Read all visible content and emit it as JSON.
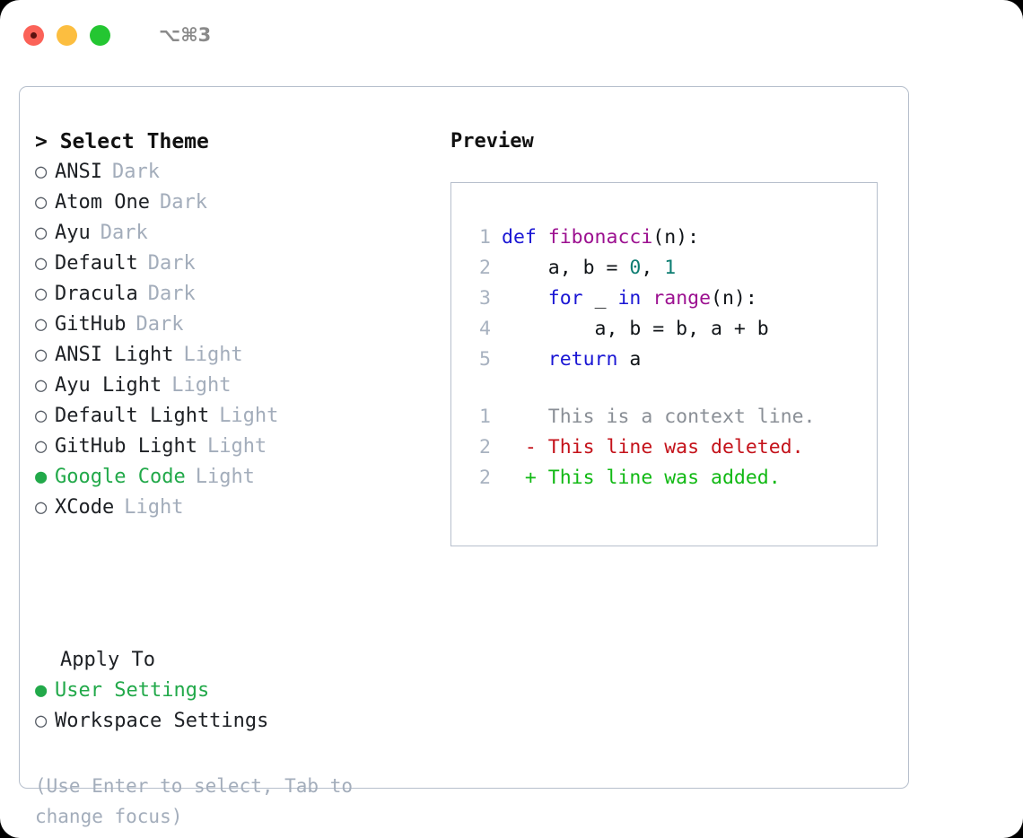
{
  "window": {
    "shortcut": "⌥⌘3",
    "traffic_lights": [
      {
        "name": "close",
        "color": "#fb6258"
      },
      {
        "name": "minimize",
        "color": "#fcbe40"
      },
      {
        "name": "maximize",
        "color": "#24c632"
      }
    ]
  },
  "theme_picker": {
    "header": "> Select Theme",
    "selected_marker": "●",
    "unselected_marker": "○",
    "accent_color": "#22a94a",
    "badge_color": "#a3adbb",
    "items": [
      {
        "name": "ANSI",
        "badge": "Dark",
        "selected": false
      },
      {
        "name": "Atom One",
        "badge": "Dark",
        "selected": false
      },
      {
        "name": "Ayu",
        "badge": "Dark",
        "selected": false
      },
      {
        "name": "Default",
        "badge": "Dark",
        "selected": false
      },
      {
        "name": "Dracula",
        "badge": "Dark",
        "selected": false
      },
      {
        "name": "GitHub",
        "badge": "Dark",
        "selected": false
      },
      {
        "name": "ANSI Light",
        "badge": "Light",
        "selected": false
      },
      {
        "name": "Ayu Light",
        "badge": "Light",
        "selected": false
      },
      {
        "name": "Default Light",
        "badge": "Light",
        "selected": false
      },
      {
        "name": "GitHub Light",
        "badge": "Light",
        "selected": false
      },
      {
        "name": "Google Code",
        "badge": "Light",
        "selected": true
      },
      {
        "name": "XCode",
        "badge": "Light",
        "selected": false
      }
    ]
  },
  "apply_to": {
    "header": "Apply To",
    "items": [
      {
        "name": "User Settings",
        "selected": true
      },
      {
        "name": "Workspace Settings",
        "selected": false
      }
    ]
  },
  "hint": "(Use Enter to select, Tab to change focus)",
  "preview": {
    "header": "Preview",
    "code_lines": [
      {
        "number": "1",
        "tokens": [
          {
            "text": "def ",
            "type": "kw"
          },
          {
            "text": "fibonacci",
            "type": "fn"
          },
          {
            "text": "(n):",
            "type": "plain"
          }
        ]
      },
      {
        "number": "2",
        "tokens": [
          {
            "text": "    a, b = ",
            "type": "plain"
          },
          {
            "text": "0",
            "type": "num"
          },
          {
            "text": ", ",
            "type": "plain"
          },
          {
            "text": "1",
            "type": "num"
          }
        ]
      },
      {
        "number": "3",
        "tokens": [
          {
            "text": "    ",
            "type": "plain"
          },
          {
            "text": "for",
            "type": "kw"
          },
          {
            "text": " _ ",
            "type": "plain"
          },
          {
            "text": "in",
            "type": "kw"
          },
          {
            "text": " ",
            "type": "plain"
          },
          {
            "text": "range",
            "type": "fn"
          },
          {
            "text": "(n):",
            "type": "plain"
          }
        ]
      },
      {
        "number": "4",
        "tokens": [
          {
            "text": "        a, b = b, a + b",
            "type": "plain"
          }
        ]
      },
      {
        "number": "5",
        "tokens": [
          {
            "text": "    ",
            "type": "plain"
          },
          {
            "text": "return",
            "type": "kw"
          },
          {
            "text": " a",
            "type": "plain"
          }
        ]
      }
    ],
    "diff_lines": [
      {
        "number": "1",
        "marker": " ",
        "text": " This is a context line.",
        "type": "ctx"
      },
      {
        "number": "2",
        "marker": "-",
        "text": " This line was deleted.",
        "type": "del"
      },
      {
        "number": "2",
        "marker": "+",
        "text": " This line was added.",
        "type": "add"
      }
    ]
  }
}
